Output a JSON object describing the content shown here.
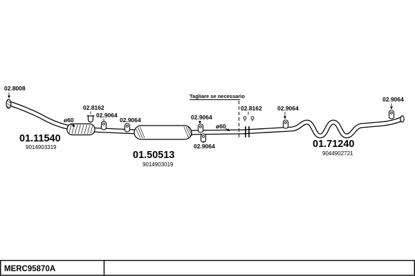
{
  "title_block": {
    "code": "MERC95870A"
  },
  "parts": {
    "front_flange": "02.8008",
    "diameter_front": "ø60",
    "clamp_front": "02.8162",
    "hanger_1": "02.9064",
    "hanger_2": "02.9064",
    "front_pipe": "01.11540",
    "front_pipe_ref": "9014903319",
    "center_muffler": "01.50513",
    "center_muffler_ref": "9014903019",
    "hanger_3": "02.9064",
    "hanger_4": "02.9064",
    "diameter_mid": "ø60",
    "cut_note": "Tagliare se necessario",
    "flange_joint": "02.8162",
    "hanger_5": "02.9064",
    "rear_pipe": "01.71240",
    "rear_pipe_ref": "9044902721",
    "hanger_6": "02.9064"
  }
}
